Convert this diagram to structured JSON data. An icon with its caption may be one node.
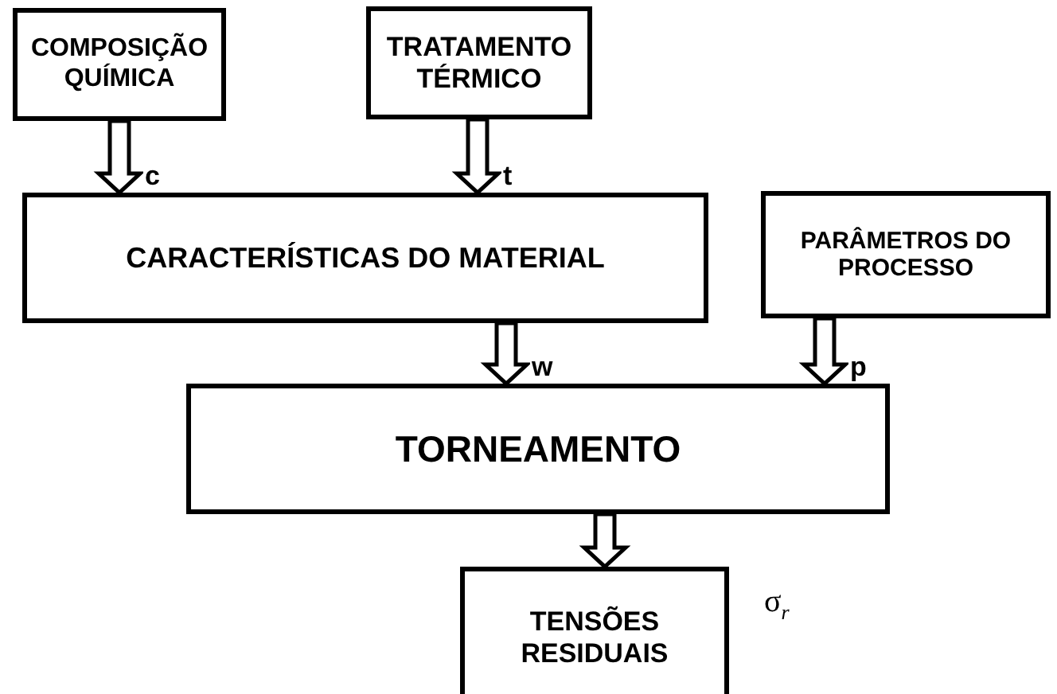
{
  "diagram": {
    "nodes": [
      {
        "text": [
          "COMPOSIÇÃO QUÍMICA"
        ]
      },
      {
        "text": [
          "TRATAMENTO TÉRMICO"
        ]
      },
      {
        "text": [
          "CARACTERÍSTICAS DO MATERIAL"
        ]
      },
      {
        "text": [
          "PARÂMETROS DO PROCESSO"
        ]
      },
      {
        "text": [
          "TORNEAMENTO"
        ]
      },
      {
        "text": [
          "TENSÕES RESIDUAIS"
        ],
        "beside": [
          "σ$_{r}$"
        ]
      }
    ],
    "edges": [
      {
        "from": 0,
        "to": 2,
        "arrow": "to",
        "label": "c"
      },
      {
        "from": 1,
        "to": 2,
        "arrow": "to",
        "label": "t"
      },
      {
        "from": 2,
        "to": 4,
        "arrow": "to",
        "label": "w"
      },
      {
        "from": 3,
        "to": 4,
        "arrow": "to",
        "label": "p"
      },
      {
        "from": 4,
        "to": 5,
        "arrow": "to"
      }
    ]
  }
}
